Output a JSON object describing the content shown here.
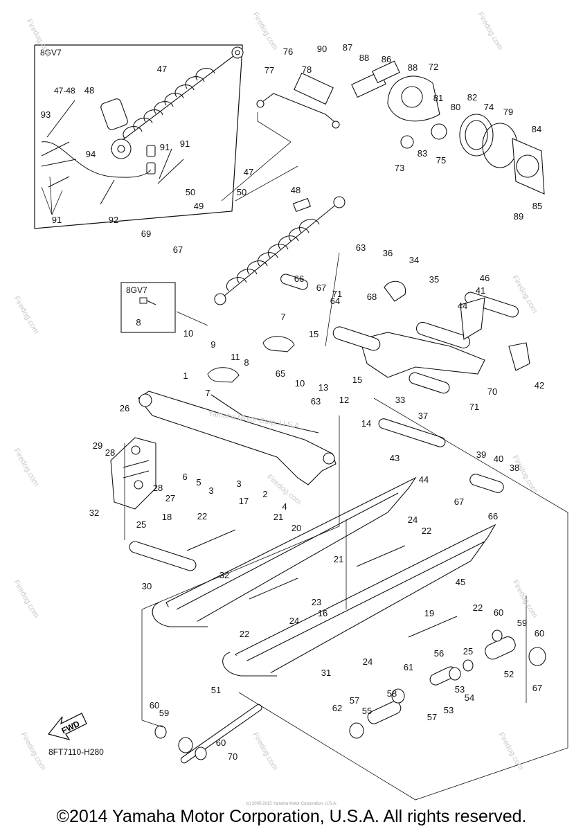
{
  "diagram": {
    "inset_variant": "8GV7",
    "inset_bolt_variant": "8GV7",
    "catalog_code": "8FT7110-H280",
    "fwd_label": "FWD",
    "watermark": "Firedog.com",
    "center_watermark": "Yamaha Motor Corp. U.S.A.",
    "center_brand": "Firedog.com",
    "fine_print": "(c) 2005-2015 Yamaha Motor Corporation, U.S.A.",
    "copyright": "©2014 Yamaha Motor Corporation, U.S.A. All rights reserved.",
    "sub_label_47_48": "47-48",
    "callouts": [
      "1",
      "2",
      "3",
      "4",
      "5",
      "6",
      "7",
      "8",
      "9",
      "10",
      "11",
      "12",
      "13",
      "14",
      "15",
      "16",
      "17",
      "18",
      "19",
      "20",
      "21",
      "22",
      "23",
      "24",
      "25",
      "26",
      "27",
      "28",
      "29",
      "30",
      "31",
      "32",
      "33",
      "34",
      "35",
      "36",
      "37",
      "38",
      "39",
      "40",
      "41",
      "42",
      "43",
      "44",
      "45",
      "46",
      "47",
      "48",
      "49",
      "50",
      "51",
      "52",
      "53",
      "54",
      "55",
      "56",
      "57",
      "58",
      "59",
      "60",
      "61",
      "62",
      "63",
      "64",
      "65",
      "66",
      "67",
      "68",
      "69",
      "70",
      "71",
      "72",
      "73",
      "74",
      "75",
      "76",
      "77",
      "78",
      "79",
      "80",
      "81",
      "82",
      "83",
      "84",
      "85",
      "86",
      "87",
      "88",
      "89",
      "90",
      "91",
      "92",
      "93",
      "94"
    ],
    "colors": {
      "line": "#111111",
      "watermark": "#c9c9c9",
      "background": "#ffffff"
    }
  }
}
